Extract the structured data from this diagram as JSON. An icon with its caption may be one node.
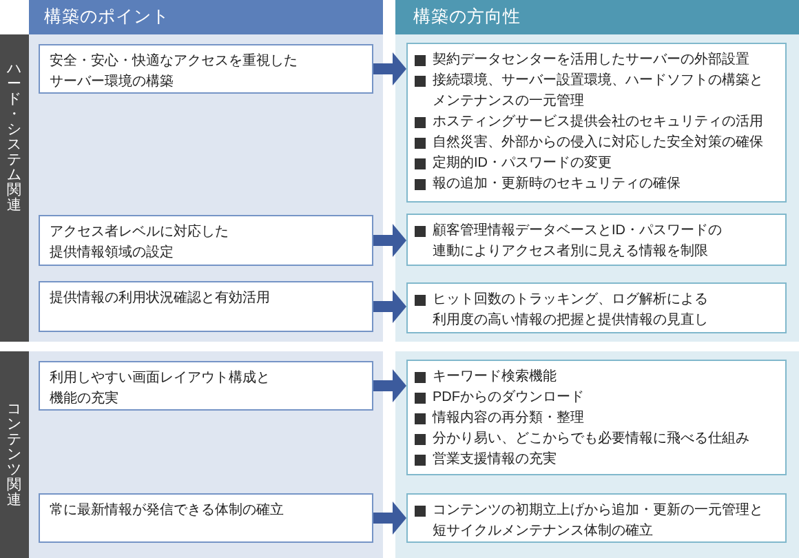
{
  "diagram": {
    "nodes": [
      {
        "text": [
          "構築のポイント"
        ]
      },
      {
        "text": [
          "構築の方向性"
        ]
      },
      {
        "text": [
          "ハード・システム関連"
        ]
      },
      {
        "text": [
          "安全・安心・快適なアクセスを重視したサーバー環境の構築"
        ]
      },
      {
        "text": [
          "アクセス者レベルに対応した提供情報領域の設定"
        ]
      },
      {
        "text": [
          "提供情報の利用状況確認と有効活用"
        ]
      },
      {
        "text": [
          "契約データセンターを活用したサーバーの外部設置",
          "接続環境、サーバー設置環境、ハードソフトの構築とメンテナンスの一元管理",
          "ホスティングサービス提供会社のセキュリティの活用",
          "自然災害、外部からの侵入に対応した安全対策の確保",
          "定期的ID・パスワードの変更",
          "報の追加・更新時のセキュリティの確保"
        ]
      },
      {
        "text": [
          "顧客管理情報データベースとID・パスワードの連動によりアクセス者別に見える情報を制限"
        ]
      },
      {
        "text": [
          "ヒット回数のトラッキング、ログ解析による利用度の高い情報の把握と提供情報の見直し"
        ]
      },
      {
        "text": [
          "コンテンツ関連"
        ]
      },
      {
        "text": [
          "利用しやすい画面レイアウト構成と機能の充実"
        ]
      },
      {
        "text": [
          "常に最新情報が発信できる体制の確立"
        ]
      },
      {
        "text": [
          "キーワード検索機能",
          "PDFからのダウンロード",
          "情報内容の再分類・整理",
          "分かり易い、どこからでも必要情報に飛べる仕組み",
          "営業支援情報の充実"
        ]
      },
      {
        "text": [
          "コンテンツの初期立上げから追加・更新の一元管理と短サイクルメンテナンス体制の確立"
        ]
      }
    ],
    "edges": [
      {
        "from": 3,
        "to": 6,
        "arrow": "to"
      },
      {
        "from": 4,
        "to": 7,
        "arrow": "to"
      },
      {
        "from": 5,
        "to": 8,
        "arrow": "to"
      },
      {
        "from": 10,
        "to": 12,
        "arrow": "to"
      },
      {
        "from": 11,
        "to": 13,
        "arrow": "to"
      }
    ]
  }
}
